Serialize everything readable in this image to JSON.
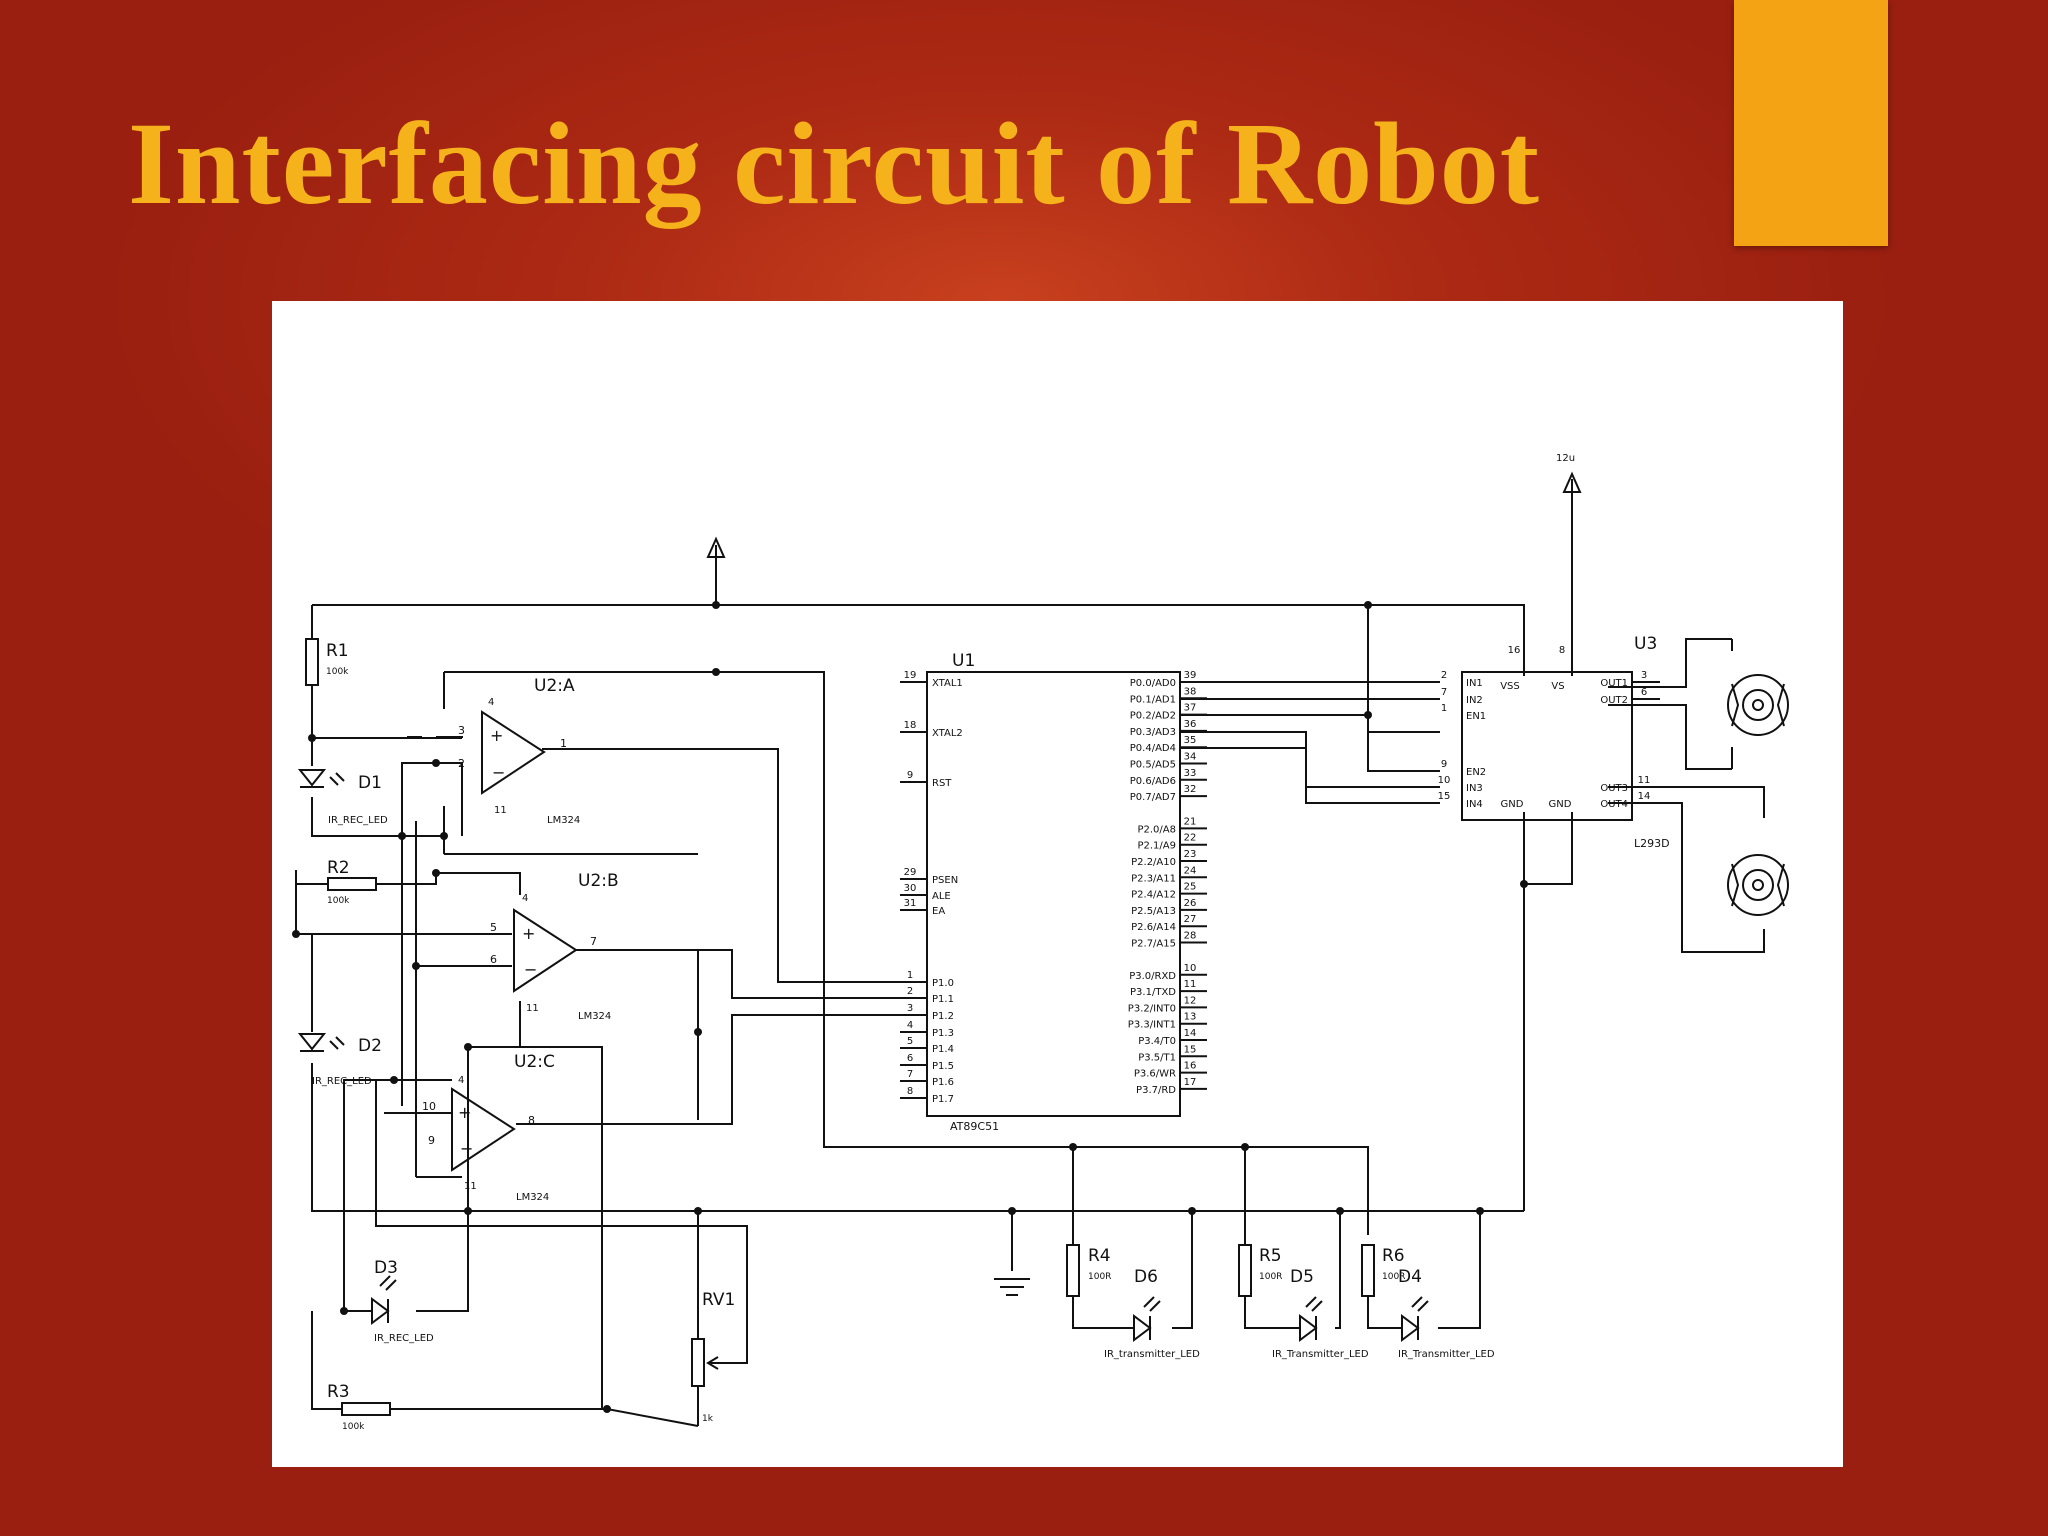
{
  "slide": {
    "title": "Interfacing circuit of Robot",
    "colors": {
      "title": "#f5b21a",
      "accent_block": "#f3a313",
      "background": "#a82815"
    }
  },
  "circuit": {
    "U1": {
      "ref": "U1",
      "part": "AT89C51",
      "left_pins": [
        {
          "num": "19",
          "name": "XTAL1"
        },
        {
          "num": "18",
          "name": "XTAL2"
        },
        {
          "num": "9",
          "name": "RST"
        },
        {
          "num": "29",
          "name": "PSEN"
        },
        {
          "num": "30",
          "name": "ALE"
        },
        {
          "num": "31",
          "name": "EA"
        },
        {
          "num": "1",
          "name": "P1.0"
        },
        {
          "num": "2",
          "name": "P1.1"
        },
        {
          "num": "3",
          "name": "P1.2"
        },
        {
          "num": "4",
          "name": "P1.3"
        },
        {
          "num": "5",
          "name": "P1.4"
        },
        {
          "num": "6",
          "name": "P1.5"
        },
        {
          "num": "7",
          "name": "P1.6"
        },
        {
          "num": "8",
          "name": "P1.7"
        }
      ],
      "right_pins": [
        {
          "num": "39",
          "name": "P0.0/AD0"
        },
        {
          "num": "38",
          "name": "P0.1/AD1"
        },
        {
          "num": "37",
          "name": "P0.2/AD2"
        },
        {
          "num": "36",
          "name": "P0.3/AD3"
        },
        {
          "num": "35",
          "name": "P0.4/AD4"
        },
        {
          "num": "34",
          "name": "P0.5/AD5"
        },
        {
          "num": "33",
          "name": "P0.6/AD6"
        },
        {
          "num": "32",
          "name": "P0.7/AD7"
        },
        {
          "num": "21",
          "name": "P2.0/A8"
        },
        {
          "num": "22",
          "name": "P2.1/A9"
        },
        {
          "num": "23",
          "name": "P2.2/A10"
        },
        {
          "num": "24",
          "name": "P2.3/A11"
        },
        {
          "num": "25",
          "name": "P2.4/A12"
        },
        {
          "num": "26",
          "name": "P2.5/A13"
        },
        {
          "num": "27",
          "name": "P2.6/A14"
        },
        {
          "num": "28",
          "name": "P2.7/A15"
        },
        {
          "num": "10",
          "name": "P3.0/RXD"
        },
        {
          "num": "11",
          "name": "P3.1/TXD"
        },
        {
          "num": "12",
          "name": "P3.2/INT0"
        },
        {
          "num": "13",
          "name": "P3.3/INT1"
        },
        {
          "num": "14",
          "name": "P3.4/T0"
        },
        {
          "num": "15",
          "name": "P3.5/T1"
        },
        {
          "num": "16",
          "name": "P3.6/WR"
        },
        {
          "num": "17",
          "name": "P3.7/RD"
        }
      ]
    },
    "U3": {
      "ref": "U3",
      "part": "L293D",
      "supply": "12u",
      "in_pins": [
        {
          "num": "2",
          "name": "IN1"
        },
        {
          "num": "7",
          "name": "IN2"
        },
        {
          "num": "1",
          "name": "EN1"
        },
        {
          "num": "9",
          "name": "EN2"
        },
        {
          "num": "10",
          "name": "IN3"
        },
        {
          "num": "15",
          "name": "IN4"
        }
      ],
      "out_pins": [
        {
          "num": "3",
          "name": "OUT1"
        },
        {
          "num": "6",
          "name": "OUT2"
        },
        {
          "num": "11",
          "name": "OUT3"
        },
        {
          "num": "14",
          "name": "OUT4"
        }
      ],
      "top_pins": [
        {
          "num": "16",
          "name": "VSS"
        },
        {
          "num": "8",
          "name": "VS"
        }
      ],
      "bottom_labels": [
        "GND",
        "GND"
      ]
    },
    "opamps": [
      {
        "ref": "U2:A",
        "part": "LM324",
        "plus": "3",
        "minus": "2",
        "out": "1",
        "vcc": "4",
        "vee": "11"
      },
      {
        "ref": "U2:B",
        "part": "LM324",
        "plus": "5",
        "minus": "6",
        "out": "7",
        "vcc": "4",
        "vee": "11"
      },
      {
        "ref": "U2:C",
        "part": "LM324",
        "plus": "10",
        "minus": "9",
        "out": "8",
        "vcc": "4",
        "vee": "11"
      }
    ],
    "resistors": [
      {
        "ref": "R1",
        "value": "100k"
      },
      {
        "ref": "R2",
        "value": "100k"
      },
      {
        "ref": "R3",
        "value": "100k"
      },
      {
        "ref": "R4",
        "value": "100R"
      },
      {
        "ref": "R5",
        "value": "100R"
      },
      {
        "ref": "R6",
        "value": "100R"
      }
    ],
    "pot": {
      "ref": "RV1",
      "value": "1k"
    },
    "diodes": [
      {
        "ref": "D1",
        "part": "IR_REC_LED"
      },
      {
        "ref": "D2",
        "part": "IR_REC_LED"
      },
      {
        "ref": "D3",
        "part": "IR_REC_LED"
      },
      {
        "ref": "D6",
        "part": "IR_transmitter_LED"
      },
      {
        "ref": "D5",
        "part": "IR_Transmitter_LED"
      },
      {
        "ref": "D4",
        "part": "IR_Transmitter_LED"
      }
    ]
  }
}
